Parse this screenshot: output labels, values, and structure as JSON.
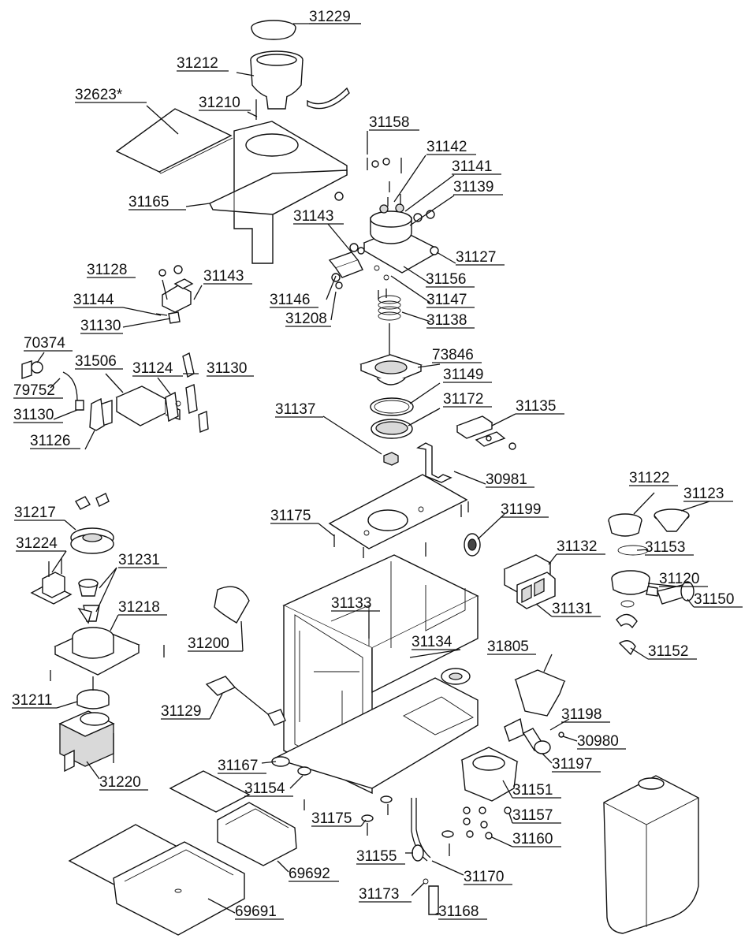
{
  "diagram": {
    "labels": [
      "31229",
      "31212",
      "31210",
      "32623*",
      "31158",
      "31142",
      "31141",
      "31139",
      "31165",
      "31143",
      "31127",
      "31156",
      "31128",
      "31143",
      "31144",
      "31146",
      "31147",
      "31130",
      "31208",
      "31138",
      "70374",
      "31506",
      "31124",
      "31130",
      "73846",
      "79752",
      "31149",
      "31130",
      "31172",
      "31126",
      "31137",
      "31135",
      "30981",
      "31122",
      "31123",
      "31217",
      "31175",
      "31199",
      "31153",
      "31224",
      "31231",
      "31132",
      "31120",
      "31218",
      "31133",
      "31131",
      "31150",
      "31200",
      "31134",
      "31152",
      "31805",
      "31211",
      "31129",
      "31198",
      "30980",
      "31197",
      "31167",
      "31154",
      "31220",
      "31151",
      "31175",
      "31157",
      "31155",
      "31160",
      "69692",
      "31170",
      "31173",
      "69691",
      "31168"
    ]
  }
}
